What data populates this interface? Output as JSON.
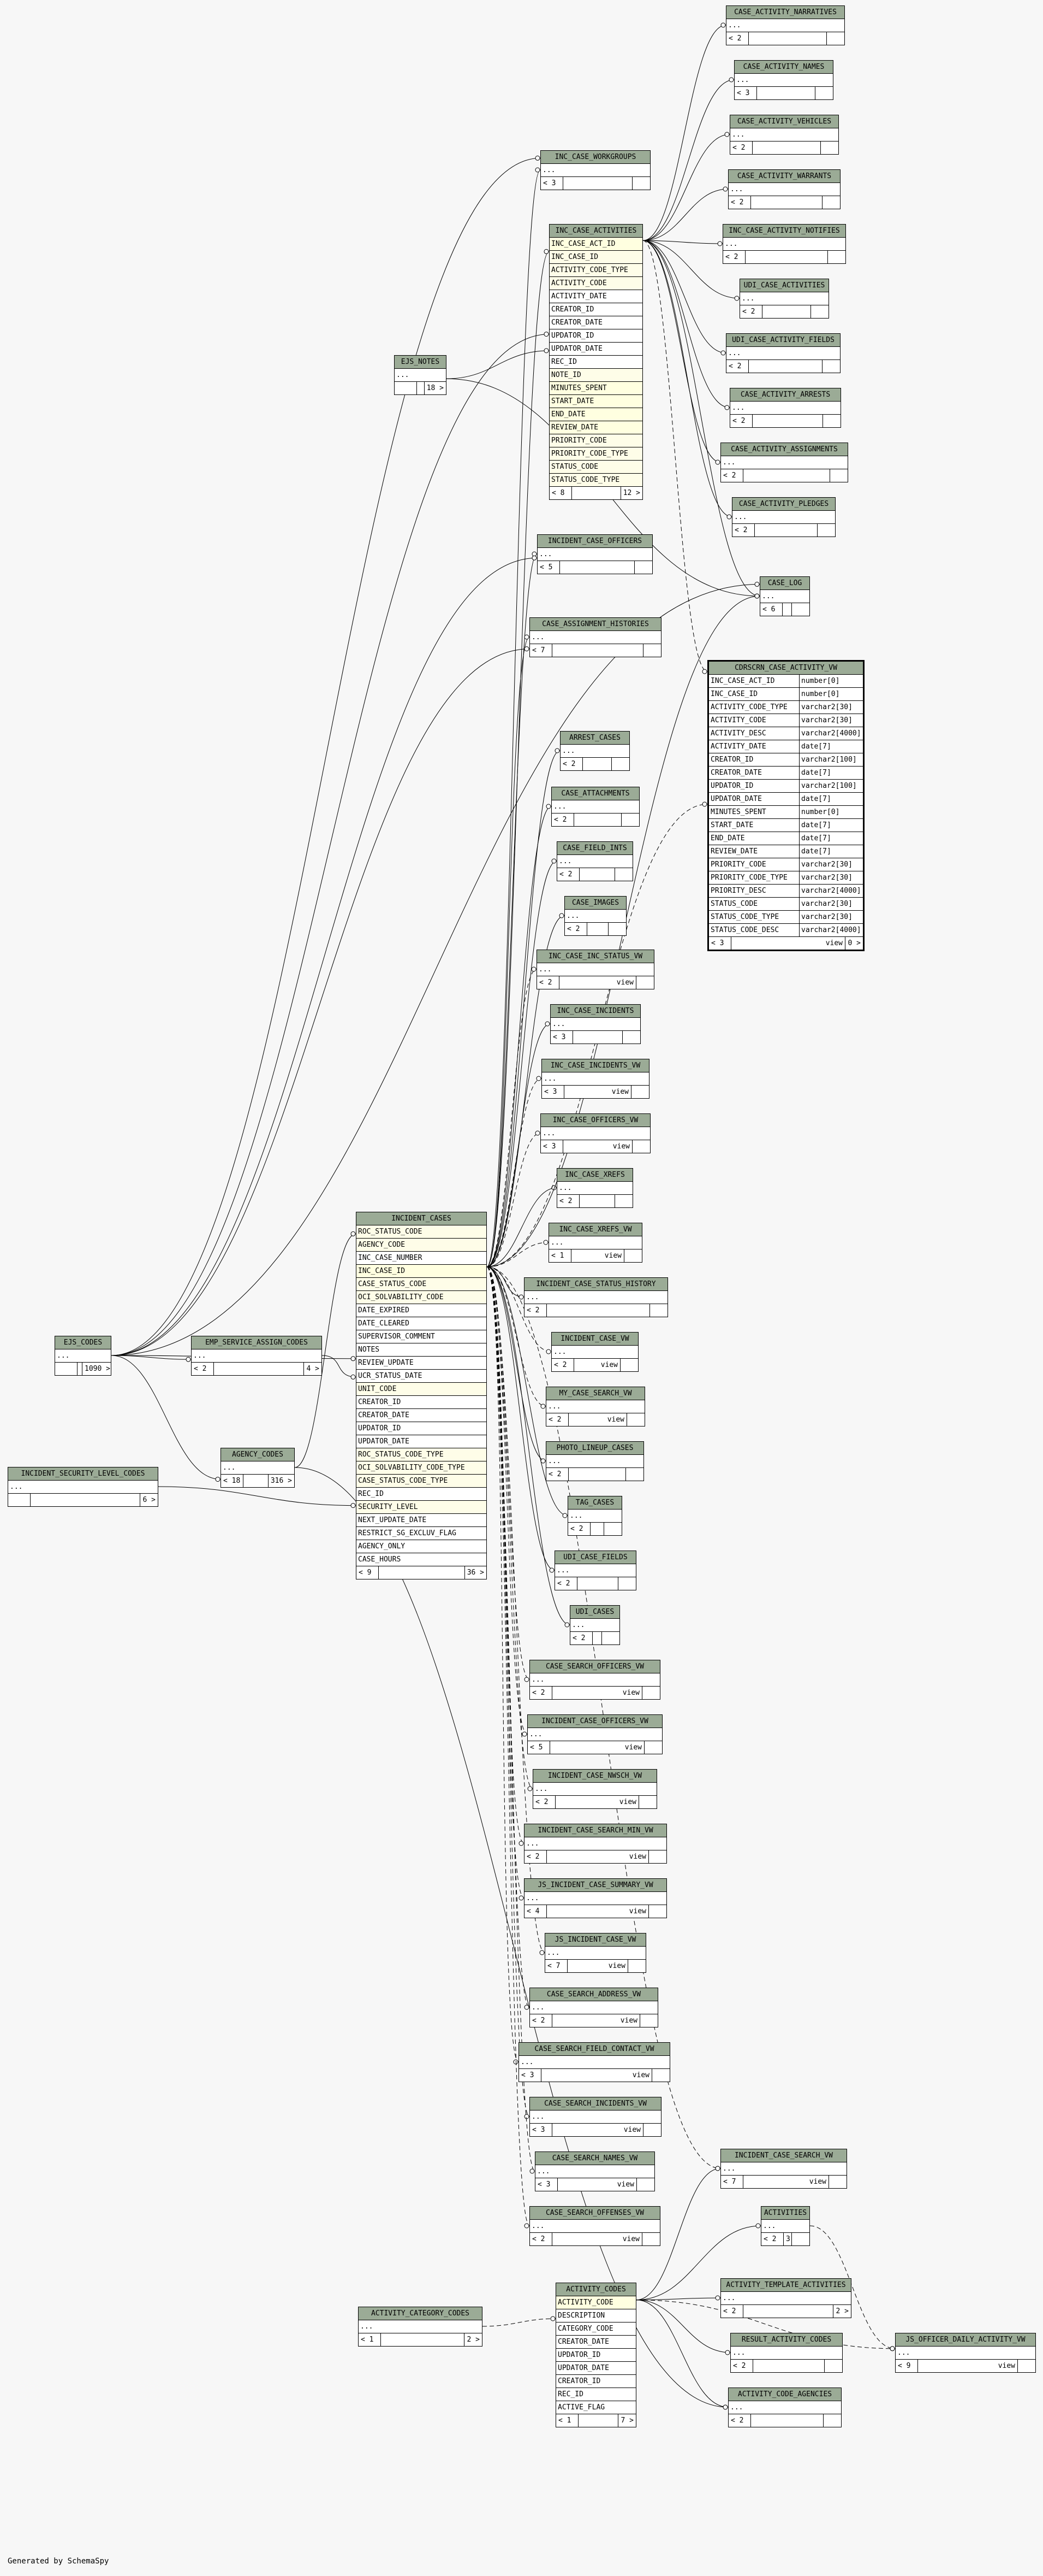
{
  "footer": "Generated by SchemaSpy",
  "tables": {
    "CASE_ACTIVITY_NARRATIVES": {
      "name": "CASE_ACTIVITY_NARRATIVES",
      "rows": [
        "..."
      ],
      "footer": [
        "< 2",
        "",
        ""
      ]
    },
    "CASE_ACTIVITY_NAMES": {
      "name": "CASE_ACTIVITY_NAMES",
      "rows": [
        "..."
      ],
      "footer": [
        "< 3",
        "",
        ""
      ]
    },
    "CASE_ACTIVITY_VEHICLES": {
      "name": "CASE_ACTIVITY_VEHICLES",
      "rows": [
        "..."
      ],
      "footer": [
        "< 2",
        "",
        ""
      ]
    },
    "INC_CASE_WORKGROUPS": {
      "name": "INC_CASE_WORKGROUPS",
      "rows": [
        "..."
      ],
      "footer": [
        "< 3",
        "",
        ""
      ]
    },
    "CASE_ACTIVITY_WARRANTS": {
      "name": "CASE_ACTIVITY_WARRANTS",
      "rows": [
        "..."
      ],
      "footer": [
        "< 2",
        "",
        ""
      ]
    },
    "INC_CASE_ACTIVITY_NOTIFIES": {
      "name": "INC_CASE_ACTIVITY_NOTIFIES",
      "rows": [
        "..."
      ],
      "footer": [
        "< 2",
        "",
        ""
      ]
    },
    "INC_CASE_ACTIVITIES": {
      "name": "INC_CASE_ACTIVITIES",
      "rows": [
        "INC_CASE_ACT_ID",
        "INC_CASE_ID",
        "ACTIVITY_CODE_TYPE",
        "ACTIVITY_CODE",
        "ACTIVITY_DATE",
        "CREATOR_ID",
        "CREATOR_DATE",
        "UPDATOR_ID",
        "UPDATOR_DATE",
        "REC_ID",
        "NOTE_ID",
        "MINUTES_SPENT",
        "START_DATE",
        "END_DATE",
        "REVIEW_DATE",
        "PRIORITY_CODE",
        "PRIORITY_CODE_TYPE",
        "STATUS_CODE",
        "STATUS_CODE_TYPE"
      ],
      "footer": [
        "< 8",
        "",
        "12 >"
      ]
    },
    "UDI_CASE_ACTIVITIES": {
      "name": "UDI_CASE_ACTIVITIES",
      "rows": [
        "..."
      ],
      "footer": [
        "< 2",
        "",
        ""
      ]
    },
    "UDI_CASE_ACTIVITY_FIELDS": {
      "name": "UDI_CASE_ACTIVITY_FIELDS",
      "rows": [
        "..."
      ],
      "footer": [
        "< 2",
        "",
        ""
      ]
    },
    "EJS_NOTES": {
      "name": "EJS_NOTES",
      "rows": [
        "..."
      ],
      "footer": [
        "",
        "",
        "18 >"
      ]
    },
    "CASE_ACTIVITY_ARRESTS": {
      "name": "CASE_ACTIVITY_ARRESTS",
      "rows": [
        "..."
      ],
      "footer": [
        "< 2",
        "",
        ""
      ]
    },
    "CASE_ACTIVITY_ASSIGNMENTS": {
      "name": "CASE_ACTIVITY_ASSIGNMENTS",
      "rows": [
        "..."
      ],
      "footer": [
        "< 2",
        "",
        ""
      ]
    },
    "CASE_ACTIVITY_PLEDGES": {
      "name": "CASE_ACTIVITY_PLEDGES",
      "rows": [
        "..."
      ],
      "footer": [
        "< 2",
        "",
        ""
      ]
    },
    "INCIDENT_CASE_OFFICERS": {
      "name": "INCIDENT_CASE_OFFICERS",
      "rows": [
        "..."
      ],
      "footer": [
        "< 5",
        "",
        ""
      ]
    },
    "CASE_LOG": {
      "name": "CASE_LOG",
      "rows": [
        "..."
      ],
      "footer": [
        "< 6",
        "",
        ""
      ]
    },
    "CASE_ASSIGNMENT_HISTORIES": {
      "name": "CASE_ASSIGNMENT_HISTORIES",
      "rows": [
        "..."
      ],
      "footer": [
        "< 7",
        "",
        ""
      ]
    },
    "CDRSCRN_CASE_ACTIVITY_VW": {
      "name": "CDRSCRN_CASE_ACTIVITY_VW",
      "rows": [
        [
          "INC_CASE_ACT_ID",
          "number[0]"
        ],
        [
          "INC_CASE_ID",
          "number[0]"
        ],
        [
          "ACTIVITY_CODE_TYPE",
          "varchar2[30]"
        ],
        [
          "ACTIVITY_CODE",
          "varchar2[30]"
        ],
        [
          "ACTIVITY_DESC",
          "varchar2[4000]"
        ],
        [
          "ACTIVITY_DATE",
          "date[7]"
        ],
        [
          "CREATOR_ID",
          "varchar2[100]"
        ],
        [
          "CREATOR_DATE",
          "date[7]"
        ],
        [
          "UPDATOR_ID",
          "varchar2[100]"
        ],
        [
          "UPDATOR_DATE",
          "date[7]"
        ],
        [
          "MINUTES_SPENT",
          "number[0]"
        ],
        [
          "START_DATE",
          "date[7]"
        ],
        [
          "END_DATE",
          "date[7]"
        ],
        [
          "REVIEW_DATE",
          "date[7]"
        ],
        [
          "PRIORITY_CODE",
          "varchar2[30]"
        ],
        [
          "PRIORITY_CODE_TYPE",
          "varchar2[30]"
        ],
        [
          "PRIORITY_DESC",
          "varchar2[4000]"
        ],
        [
          "STATUS_CODE",
          "varchar2[30]"
        ],
        [
          "STATUS_CODE_TYPE",
          "varchar2[30]"
        ],
        [
          "STATUS_CODE_DESC",
          "varchar2[4000]"
        ]
      ],
      "footer": [
        "< 3",
        "view",
        "0 >"
      ]
    },
    "ARREST_CASES": {
      "name": "ARREST_CASES",
      "rows": [
        "..."
      ],
      "footer": [
        "< 2",
        "",
        ""
      ]
    },
    "CASE_ATTACHMENTS": {
      "name": "CASE_ATTACHMENTS",
      "rows": [
        "..."
      ],
      "footer": [
        "< 2",
        "",
        ""
      ]
    },
    "CASE_FIELD_INTS": {
      "name": "CASE_FIELD_INTS",
      "rows": [
        "..."
      ],
      "footer": [
        "< 2",
        "",
        ""
      ]
    },
    "CASE_IMAGES": {
      "name": "CASE_IMAGES",
      "rows": [
        "..."
      ],
      "footer": [
        "< 2",
        "",
        ""
      ]
    },
    "INC_CASE_INC_STATUS_VW": {
      "name": "INC_CASE_INC_STATUS_VW",
      "rows": [
        "..."
      ],
      "footer": [
        "< 2",
        "view",
        ""
      ]
    },
    "INC_CASE_INCIDENTS": {
      "name": "INC_CASE_INCIDENTS",
      "rows": [
        "..."
      ],
      "footer": [
        "< 3",
        "",
        ""
      ]
    },
    "INC_CASE_INCIDENTS_VW": {
      "name": "INC_CASE_INCIDENTS_VW",
      "rows": [
        "..."
      ],
      "footer": [
        "< 3",
        "view",
        ""
      ]
    },
    "INC_CASE_OFFICERS_VW": {
      "name": "INC_CASE_OFFICERS_VW",
      "rows": [
        "..."
      ],
      "footer": [
        "< 3",
        "view",
        ""
      ]
    },
    "INC_CASE_XREFS": {
      "name": "INC_CASE_XREFS",
      "rows": [
        "..."
      ],
      "footer": [
        "< 2",
        "",
        ""
      ]
    },
    "INC_CASE_XREFS_VW": {
      "name": "INC_CASE_XREFS_VW",
      "rows": [
        "..."
      ],
      "footer": [
        "< 1",
        "view",
        ""
      ]
    },
    "INCIDENT_CASES": {
      "name": "INCIDENT_CASES",
      "rows": [
        "ROC_STATUS_CODE",
        "AGENCY_CODE",
        "INC_CASE_NUMBER",
        "INC_CASE_ID",
        "CASE_STATUS_CODE",
        "OCI_SOLVABILITY_CODE",
        "DATE_EXPIRED",
        "DATE_CLEARED",
        "SUPERVISOR_COMMENT",
        "NOTES",
        "REVIEW_UPDATE",
        "UCR_STATUS_DATE",
        "UNIT_CODE",
        "CREATOR_ID",
        "CREATOR_DATE",
        "UPDATOR_ID",
        "UPDATOR_DATE",
        "ROC_STATUS_CODE_TYPE",
        "OCI_SOLVABILITY_CODE_TYPE",
        "CASE_STATUS_CODE_TYPE",
        "REC_ID",
        "SECURITY_LEVEL",
        "NEXT_UPDATE_DATE",
        "RESTRICT_SG_EXCLUV_FLAG",
        "AGENCY_ONLY",
        "CASE_HOURS"
      ],
      "footer": [
        "< 9",
        "",
        "36 >"
      ]
    },
    "INCIDENT_CASE_STATUS_HISTORY": {
      "name": "INCIDENT_CASE_STATUS_HISTORY",
      "rows": [
        "..."
      ],
      "footer": [
        "< 2",
        "",
        ""
      ]
    },
    "INCIDENT_CASE_VW": {
      "name": "INCIDENT_CASE_VW",
      "rows": [
        "..."
      ],
      "footer": [
        "< 2",
        "view",
        ""
      ]
    },
    "MY_CASE_SEARCH_VW": {
      "name": "MY_CASE_SEARCH_VW",
      "rows": [
        "..."
      ],
      "footer": [
        "< 2",
        "view",
        ""
      ]
    },
    "EJS_CODES": {
      "name": "EJS_CODES",
      "rows": [
        "..."
      ],
      "footer": [
        "",
        "",
        "1090 >"
      ]
    },
    "EMP_SERVICE_ASSIGN_CODES": {
      "name": "EMP_SERVICE_ASSIGN_CODES",
      "rows": [
        "..."
      ],
      "footer": [
        "< 2",
        "",
        "4 >"
      ]
    },
    "PHOTO_LINEUP_CASES": {
      "name": "PHOTO_LINEUP_CASES",
      "rows": [
        "..."
      ],
      "footer": [
        "< 2",
        "",
        ""
      ]
    },
    "AGENCY_CODES": {
      "name": "AGENCY_CODES",
      "rows": [
        "..."
      ],
      "footer": [
        "< 18",
        "",
        "316 >"
      ]
    },
    "INCIDENT_SECURITY_LEVEL_CODES": {
      "name": "INCIDENT_SECURITY_LEVEL_CODES",
      "rows": [
        "..."
      ],
      "footer": [
        "",
        "",
        "6 >"
      ]
    },
    "TAG_CASES": {
      "name": "TAG_CASES",
      "rows": [
        "..."
      ],
      "footer": [
        "< 2",
        "",
        ""
      ]
    },
    "UDI_CASE_FIELDS": {
      "name": "UDI_CASE_FIELDS",
      "rows": [
        "..."
      ],
      "footer": [
        "< 2",
        "",
        ""
      ]
    },
    "UDI_CASES": {
      "name": "UDI_CASES",
      "rows": [
        "..."
      ],
      "footer": [
        "< 2",
        "",
        ""
      ]
    },
    "CASE_SEARCH_OFFICERS_VW": {
      "name": "CASE_SEARCH_OFFICERS_VW",
      "rows": [
        "..."
      ],
      "footer": [
        "< 2",
        "view",
        ""
      ]
    },
    "INCIDENT_CASE_OFFICERS_VW": {
      "name": "INCIDENT_CASE_OFFICERS_VW",
      "rows": [
        "..."
      ],
      "footer": [
        "< 5",
        "view",
        ""
      ]
    },
    "INCIDENT_CASE_NWSCH_VW": {
      "name": "INCIDENT_CASE_NWSCH_VW",
      "rows": [
        "..."
      ],
      "footer": [
        "< 2",
        "view",
        ""
      ]
    },
    "INCIDENT_CASE_SEARCH_MIN_VW": {
      "name": "INCIDENT_CASE_SEARCH_MIN_VW",
      "rows": [
        "..."
      ],
      "footer": [
        "< 2",
        "view",
        ""
      ]
    },
    "JS_INCIDENT_CASE_SUMMARY_VW": {
      "name": "JS_INCIDENT_CASE_SUMMARY_VW",
      "rows": [
        "..."
      ],
      "footer": [
        "< 4",
        "view",
        ""
      ]
    },
    "JS_INCIDENT_CASE_VW": {
      "name": "JS_INCIDENT_CASE_VW",
      "rows": [
        "..."
      ],
      "footer": [
        "< 7",
        "view",
        ""
      ]
    },
    "CASE_SEARCH_ADDRESS_VW": {
      "name": "CASE_SEARCH_ADDRESS_VW",
      "rows": [
        "..."
      ],
      "footer": [
        "< 2",
        "view",
        ""
      ]
    },
    "CASE_SEARCH_FIELD_CONTACT_VW": {
      "name": "CASE_SEARCH_FIELD_CONTACT_VW",
      "rows": [
        "..."
      ],
      "footer": [
        "< 3",
        "view",
        ""
      ]
    },
    "CASE_SEARCH_INCIDENTS_VW": {
      "name": "CASE_SEARCH_INCIDENTS_VW",
      "rows": [
        "..."
      ],
      "footer": [
        "< 3",
        "view",
        ""
      ]
    },
    "CASE_SEARCH_NAMES_VW": {
      "name": "CASE_SEARCH_NAMES_VW",
      "rows": [
        "..."
      ],
      "footer": [
        "< 3",
        "view",
        ""
      ]
    },
    "INCIDENT_CASE_SEARCH_VW": {
      "name": "INCIDENT_CASE_SEARCH_VW",
      "rows": [
        "..."
      ],
      "footer": [
        "< 7",
        "view",
        ""
      ]
    },
    "ACTIVITIES": {
      "name": "ACTIVITIES",
      "rows": [
        "..."
      ],
      "footer": [
        "< 2",
        "3 >",
        ""
      ]
    },
    "CASE_SEARCH_OFFENSES_VW": {
      "name": "CASE_SEARCH_OFFENSES_VW",
      "rows": [
        "..."
      ],
      "footer": [
        "< 2",
        "view",
        ""
      ]
    },
    "ACTIVITY_CATEGORY_CODES": {
      "name": "ACTIVITY_CATEGORY_CODES",
      "rows": [
        "..."
      ],
      "footer": [
        "< 1",
        "",
        "2 >"
      ]
    },
    "ACTIVITY_CODES": {
      "name": "ACTIVITY_CODES",
      "rows": [
        "ACTIVITY_CODE",
        "DESCRIPTION",
        "CATEGORY_CODE",
        "CREATOR_DATE",
        "UPDATOR_ID",
        "UPDATOR_DATE",
        "CREATOR_ID",
        "REC_ID",
        "ACTIVE_FLAG"
      ],
      "footer": [
        "< 1",
        "",
        "7 >"
      ]
    },
    "ACTIVITY_TEMPLATE_ACTIVITIES": {
      "name": "ACTIVITY_TEMPLATE_ACTIVITIES",
      "rows": [
        "..."
      ],
      "footer": [
        "< 2",
        "",
        "2 >"
      ]
    },
    "RESULT_ACTIVITY_CODES": {
      "name": "RESULT_ACTIVITY_CODES",
      "rows": [
        "..."
      ],
      "footer": [
        "< 2",
        "",
        ""
      ]
    },
    "JS_OFFICER_DAILY_ACTIVITY_VW": {
      "name": "JS_OFFICER_DAILY_ACTIVITY_VW",
      "rows": [
        "..."
      ],
      "footer": [
        "< 9",
        "view",
        ""
      ]
    },
    "ACTIVITY_CODE_AGENCIES": {
      "name": "ACTIVITY_CODE_AGENCIES",
      "rows": [
        "..."
      ],
      "footer": [
        "< 2",
        "",
        ""
      ]
    }
  }
}
